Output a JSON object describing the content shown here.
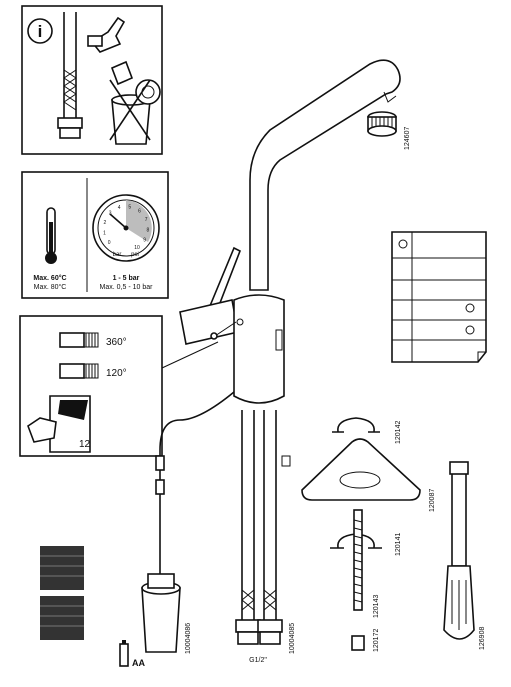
{
  "panel_info": {
    "icon_letter": "i"
  },
  "panel_temp": {
    "max_temp": "Max. 60°C",
    "max_temp_alt": "Max. 80°C",
    "pressure": "1 - 5 bar",
    "pressure_alt": "Max. 0,5 - 10 bar",
    "gauge_units": [
      "bar",
      "psi"
    ],
    "gauge_ticks": [
      "0",
      "1",
      "2",
      "3",
      "4",
      "5",
      "6",
      "7",
      "8",
      "9",
      "10"
    ]
  },
  "panel_rotation": {
    "angle_a": "360°",
    "angle_b": "120°",
    "page_number": "12"
  },
  "part_numbers": {
    "aerator": "124607",
    "clip_top": "120142",
    "plate": "120087",
    "clip_bottom": "120141",
    "rod": "120143",
    "nut": "120172",
    "wrench": "126908",
    "battery_box": "10004086",
    "hoses": "10004085"
  },
  "battery_label": "AA",
  "thread_label": "G1/2\"",
  "colors": {
    "ink": "#111111",
    "paper": "#ffffff",
    "gauge_fill": "#bdbdbd"
  }
}
